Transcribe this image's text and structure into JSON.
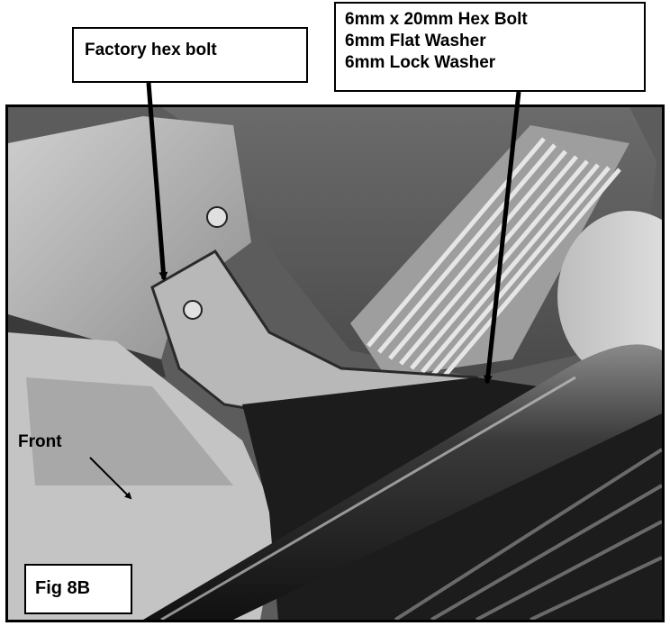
{
  "callouts": {
    "factory_bolt": "Factory hex bolt",
    "hardware": [
      "6mm x 20mm Hex Bolt",
      "6mm Flat Washer",
      "6mm Lock Washer"
    ]
  },
  "labels": {
    "front": "Front",
    "figure": "Fig 8B"
  }
}
